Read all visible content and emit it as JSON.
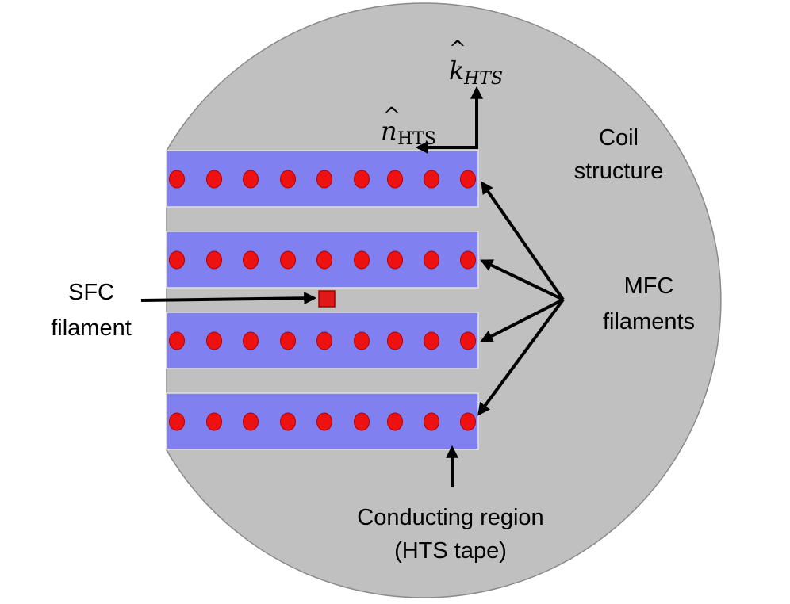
{
  "labels": {
    "coil_structure_line1": "Coil",
    "coil_structure_line2": "structure",
    "mfc_line1": "MFC",
    "mfc_line2": "filaments",
    "sfc_line1": "SFC",
    "sfc_line2": "filament",
    "conducting_line1": "Conducting region",
    "conducting_line2": "(HTS tape)"
  },
  "axes": {
    "k_symbol": "k",
    "k_hat": "^",
    "k_subscript": "HTS",
    "n_symbol": "n",
    "n_hat": "^",
    "n_subscript": "HTS"
  },
  "colors": {
    "coil_fill": "#c0c0c0",
    "tape_fill": "#8080f0",
    "filament_fill": "#ee1111",
    "sfc_fill": "#e01818",
    "arrow": "#000000"
  },
  "structure": {
    "tape_count": 4,
    "filaments_per_tape": 9
  }
}
